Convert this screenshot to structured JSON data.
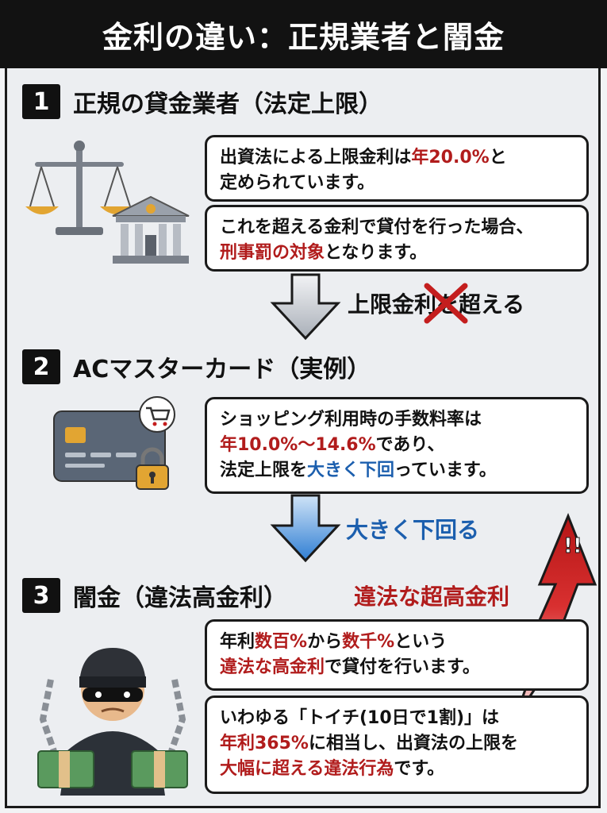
{
  "header": {
    "title": "金利の違い：正規業者と闇金"
  },
  "section1": {
    "number": "1",
    "title": "正規の貸金業者（法定上限）",
    "box1": {
      "pre": "出資法による上限金利は",
      "hl": "年20.0%",
      "post": "と",
      "line2": "定められています。"
    },
    "box2": {
      "line1": "これを超える金利で貸付を行った場合、",
      "hl": "刑事罰の対象",
      "post": "となります。"
    }
  },
  "arrow1": {
    "label": "上限金利を超える"
  },
  "section2": {
    "number": "2",
    "title": "ACマスターカード（実例）",
    "box": {
      "line1": "ショッピング利用時の手数料率は",
      "hl1": "年10.0%〜14.6%",
      "post1": "であり、",
      "pre2": "法定上限を",
      "hl2": "大きく下回",
      "post2": "っています。"
    }
  },
  "arrow2": {
    "label": "大きく下回る"
  },
  "section3": {
    "number": "3",
    "title": "闇金（違法高金利）",
    "side_label": "違法な超高金利",
    "box1": {
      "pre1": "年利",
      "hl1": "数百%",
      "mid1": "から",
      "hl2": "数千%",
      "post1": "という",
      "hl3": "違法な高金利",
      "post2": "で貸付を行います。"
    },
    "box2": {
      "line1": "いわゆる「トイチ(10日で1割)」は",
      "hl1": "年利365%",
      "post1": "に相当し、出資法の上限を",
      "hl2": "大幅に超える違法行為",
      "post2": "です。"
    }
  },
  "colors": {
    "red": "#b11c1c",
    "blue": "#1c5fae",
    "dark": "#111111"
  }
}
